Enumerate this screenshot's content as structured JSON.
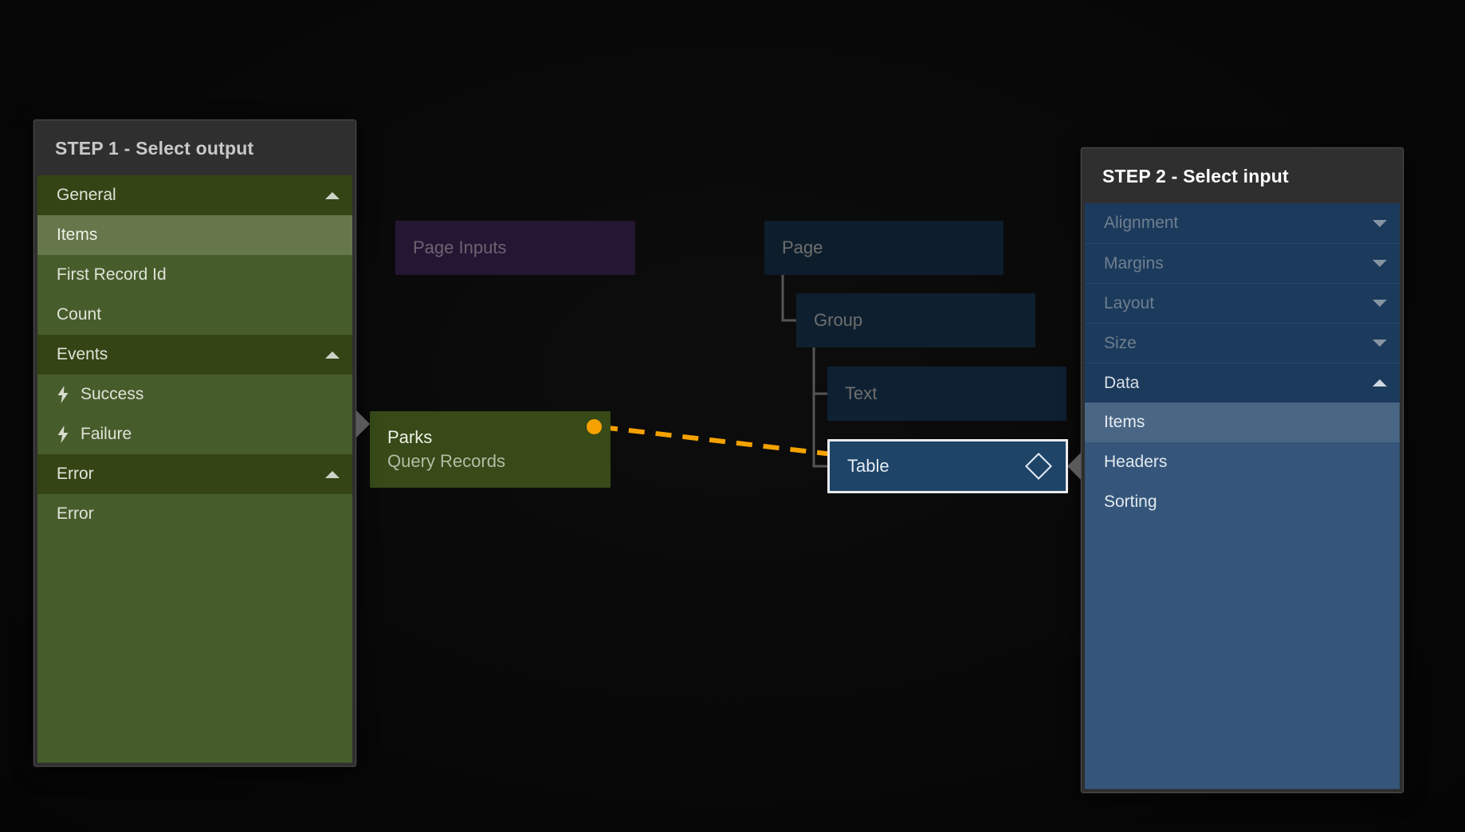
{
  "step1": {
    "title": "STEP 1 - Select output",
    "sections": [
      {
        "label": "General",
        "type": "group",
        "caret": "up",
        "icon": null
      },
      {
        "label": "Items",
        "type": "selected",
        "caret": null,
        "icon": null
      },
      {
        "label": "First Record Id",
        "type": "item",
        "caret": null,
        "icon": null
      },
      {
        "label": "Count",
        "type": "item",
        "caret": null,
        "icon": null
      },
      {
        "label": "Events",
        "type": "group",
        "caret": "up",
        "icon": null
      },
      {
        "label": "Success",
        "type": "item",
        "caret": null,
        "icon": "bolt-icon"
      },
      {
        "label": "Failure",
        "type": "item",
        "caret": null,
        "icon": "bolt-icon"
      },
      {
        "label": "Error",
        "type": "group",
        "caret": "up",
        "icon": null
      },
      {
        "label": "Error",
        "type": "item",
        "caret": null,
        "icon": null
      }
    ]
  },
  "step2": {
    "title": "STEP 2 - Select input",
    "sections": [
      {
        "label": "Alignment",
        "type": "group-dim",
        "caret": "down",
        "icon": null
      },
      {
        "label": "Margins",
        "type": "group-dim",
        "caret": "down",
        "icon": null
      },
      {
        "label": "Layout",
        "type": "group-dim",
        "caret": "down",
        "icon": null
      },
      {
        "label": "Size",
        "type": "group-dim",
        "caret": "down",
        "icon": null
      },
      {
        "label": "Data",
        "type": "group",
        "caret": "up",
        "icon": null
      },
      {
        "label": "Items",
        "type": "selected",
        "caret": null,
        "icon": null
      },
      {
        "label": "Headers",
        "type": "item",
        "caret": null,
        "icon": null
      },
      {
        "label": "Sorting",
        "type": "item",
        "caret": null,
        "icon": null
      }
    ]
  },
  "canvas": {
    "nodes": {
      "page_inputs": {
        "label": "Page Inputs"
      },
      "page": {
        "label": "Page"
      },
      "group": {
        "label": "Group"
      },
      "text": {
        "label": "Text"
      },
      "table": {
        "label": "Table",
        "icon": "diamond-icon"
      },
      "parks": {
        "title": "Parks",
        "subtitle": "Query Records"
      }
    },
    "connection": {
      "source": "parks",
      "target": "table",
      "style": "dashed-arrow",
      "color": "#f5a200"
    }
  },
  "colors": {
    "background": "#0a0a0a",
    "panel_header": "#2f2f2f",
    "output_accent": "#475c2b",
    "output_group": "#344414",
    "output_selected": "#65774b",
    "input_accent": "#35567a",
    "input_group": "#1b3a5c",
    "input_selected": "#4a6685",
    "connection_orange": "#f5a200",
    "node_page": "#0d1d2c",
    "node_page_inputs": "#251634",
    "node_table": "#1e4468",
    "node_parks": "#374a18",
    "highlight_border": "#e8eaec"
  }
}
